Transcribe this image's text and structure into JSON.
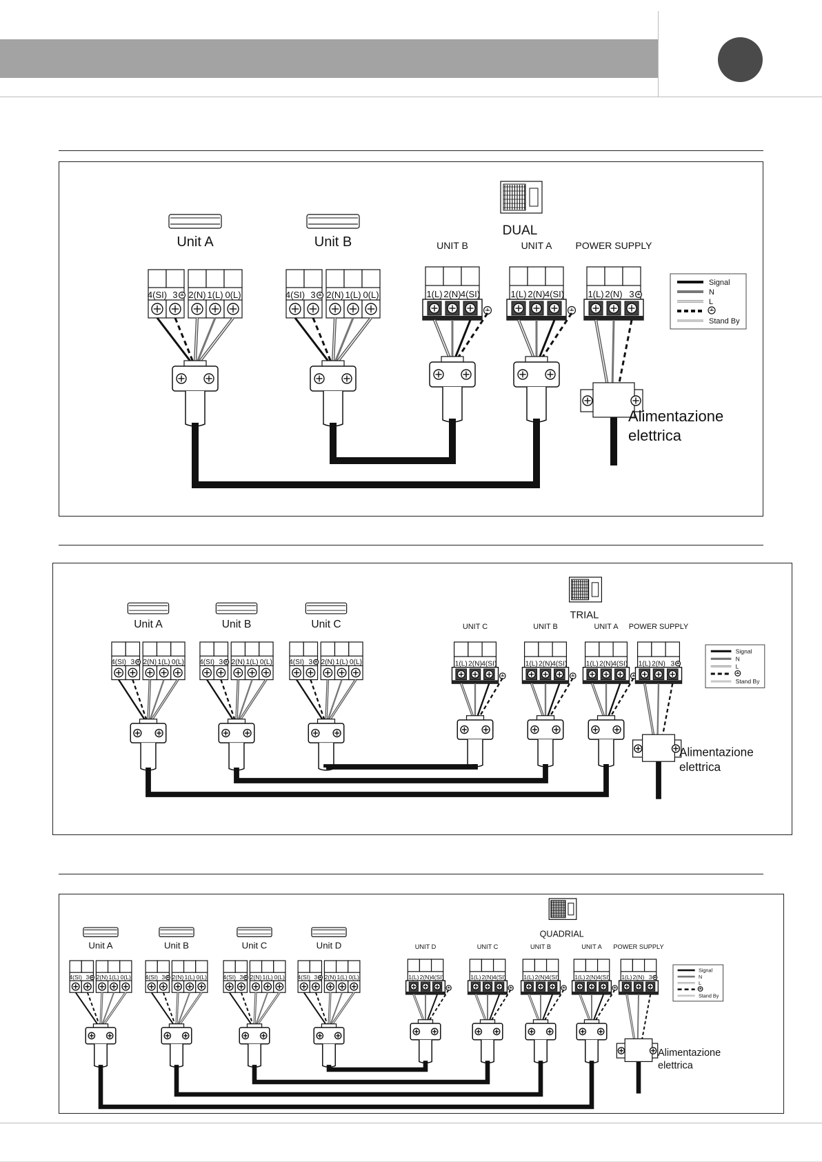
{
  "colors": {
    "header_band": "#a3a3a3",
    "header_circle": "#4a4a4a",
    "signal": "#111111",
    "neutral": "#777777",
    "line": "#ffffff",
    "ground": "#111111",
    "standby": "#c8c8c8"
  },
  "alimentazione": [
    "Alimentazione",
    "elettrica"
  ],
  "legend": {
    "signal": "Signal",
    "n": "N",
    "l": "L",
    "standby": "Stand By"
  },
  "terminals": {
    "indoor": [
      "4(SI)",
      "3",
      "2(N)",
      "1(L)",
      "0(L)"
    ],
    "outdoor_unit": [
      "1(L)",
      "2(N)",
      "4(SI)"
    ],
    "power": [
      "1(L)",
      "2(N)",
      "3"
    ]
  },
  "diagrams": [
    {
      "name": "DUAL",
      "indoor": [
        "Unit  A",
        "Unit  B"
      ],
      "outdoor": [
        "UNIT B",
        "UNIT A"
      ],
      "power_label": "POWER SUPPLY"
    },
    {
      "name": "TRIAL",
      "indoor": [
        "Unit  A",
        "Unit  B",
        "Unit  C"
      ],
      "outdoor": [
        "UNIT C",
        "UNIT B",
        "UNIT A"
      ],
      "power_label": "POWER SUPPLY"
    },
    {
      "name": "QUADRIAL",
      "indoor": [
        "Unit  A",
        "Unit  B",
        "Unit  C",
        "Unit  D"
      ],
      "outdoor": [
        "UNIT  D",
        "UNIT C",
        "UNIT B",
        "UNIT A"
      ],
      "power_label": "POWER SUPPLY"
    }
  ]
}
